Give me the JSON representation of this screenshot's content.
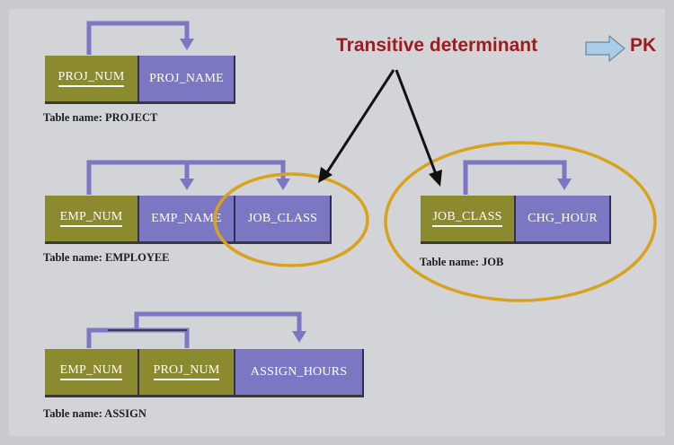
{
  "annotation": {
    "text": "Transitive determinant",
    "target": "PK"
  },
  "tables": [
    {
      "name_label": "Table name: PROJECT",
      "columns": [
        "PROJ_NUM",
        "PROJ_NAME"
      ]
    },
    {
      "name_label": "Table name: EMPLOYEE",
      "columns": [
        "EMP_NUM",
        "EMP_NAME",
        "JOB_CLASS"
      ]
    },
    {
      "name_label": "Table name: JOB",
      "columns": [
        "JOB_CLASS",
        "CHG_HOUR"
      ]
    },
    {
      "name_label": "Table name: ASSIGN",
      "columns": [
        "EMP_NUM",
        "PROJ_NUM",
        "ASSIGN_HOURS"
      ]
    }
  ],
  "colors": {
    "key_attribute": "#8c8a2e",
    "non_key_attribute": "#7b77c3",
    "dependency_arrow": "#7b77c3",
    "highlight_ellipse": "#d9a21b",
    "annotation_text": "#9e1b1b"
  }
}
